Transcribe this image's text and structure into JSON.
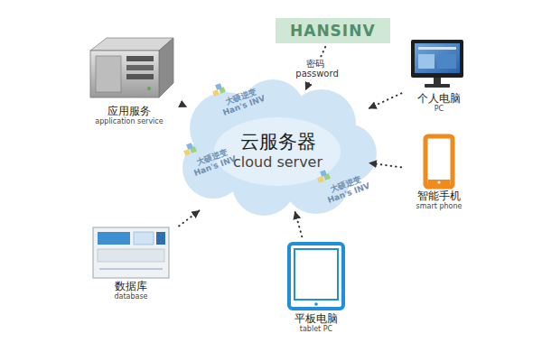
{
  "diagram": {
    "nodes": [
      {
        "text": [
          "HANSINV"
        ]
      },
      {
        "text": [
          "应用服务",
          "application service"
        ]
      },
      {
        "text": [
          "云服务器",
          "cloud server"
        ]
      },
      {
        "text": [
          "个人电脑",
          "PC"
        ]
      },
      {
        "text": [
          "智能手机",
          "smart phone"
        ]
      },
      {
        "text": [
          "数据库",
          "database"
        ]
      },
      {
        "text": [
          "平板电脑",
          "tablet PC"
        ]
      }
    ],
    "edges": [
      {
        "from": 0,
        "to": 2,
        "label": "密码 password",
        "arrow": "to"
      },
      {
        "from": 1,
        "to": 2,
        "arrow": "to"
      },
      {
        "from": 3,
        "to": 2,
        "arrow": "to"
      },
      {
        "from": 4,
        "to": 2,
        "arrow": "to"
      },
      {
        "from": 5,
        "to": 2,
        "arrow": "to"
      },
      {
        "from": 6,
        "to": 2,
        "arrow": "to"
      }
    ],
    "labels": [
      "大硕逆变",
      "Han's INV",
      "大硕逆变",
      "Han's INV",
      "大硕逆变",
      "Han's INV"
    ]
  }
}
